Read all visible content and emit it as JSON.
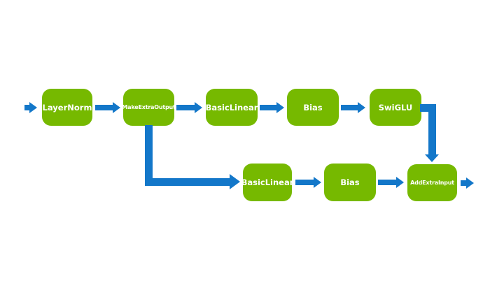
{
  "diagram": {
    "description": "Operation fusion flow diagram with green operation blocks connected by blue arrows",
    "colors": {
      "node_green": "#76B900",
      "arrow_blue": "#1377C9",
      "label_text": "#FFFFFF",
      "background": "#FFFFFF"
    },
    "nodes": [
      {
        "id": "layernorm",
        "label": "LayerNorm",
        "row": "top"
      },
      {
        "id": "make_extra_output",
        "label": "MakeExtraOutput",
        "row": "top"
      },
      {
        "id": "basic_linear_1",
        "label": "BasicLinear",
        "row": "top"
      },
      {
        "id": "bias_1",
        "label": "Bias",
        "row": "top"
      },
      {
        "id": "swiglu",
        "label": "SwiGLU",
        "row": "top"
      },
      {
        "id": "basic_linear_2",
        "label": "BasicLinear",
        "row": "bottom"
      },
      {
        "id": "bias_2",
        "label": "Bias",
        "row": "bottom"
      },
      {
        "id": "add_extra_input",
        "label": "AddExtraInput",
        "row": "bottom"
      }
    ],
    "edges": [
      {
        "from": "input",
        "to": "layernorm"
      },
      {
        "from": "layernorm",
        "to": "make_extra_output"
      },
      {
        "from": "make_extra_output",
        "to": "basic_linear_1"
      },
      {
        "from": "basic_linear_1",
        "to": "bias_1"
      },
      {
        "from": "bias_1",
        "to": "swiglu"
      },
      {
        "from": "swiglu",
        "to": "add_extra_input"
      },
      {
        "from": "make_extra_output",
        "to": "basic_linear_2"
      },
      {
        "from": "basic_linear_2",
        "to": "bias_2"
      },
      {
        "from": "bias_2",
        "to": "add_extra_input"
      },
      {
        "from": "add_extra_input",
        "to": "output"
      }
    ]
  }
}
